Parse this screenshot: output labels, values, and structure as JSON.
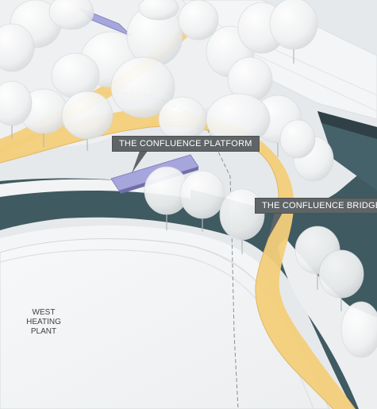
{
  "labels": {
    "platform": "THE CONFLUENCE PLATFORM",
    "bridge": "THE CONFLUENCE BRIDGE",
    "building_lines": [
      "WEST",
      "HEATING",
      "PLANT"
    ]
  },
  "colors": {
    "background": "#e9ecee",
    "water": "#3f5a60",
    "bridge_path": "#f3cf7a",
    "platform": "#a7a6dc",
    "callout": "#5f6466",
    "trees": "#fbfbfb"
  }
}
